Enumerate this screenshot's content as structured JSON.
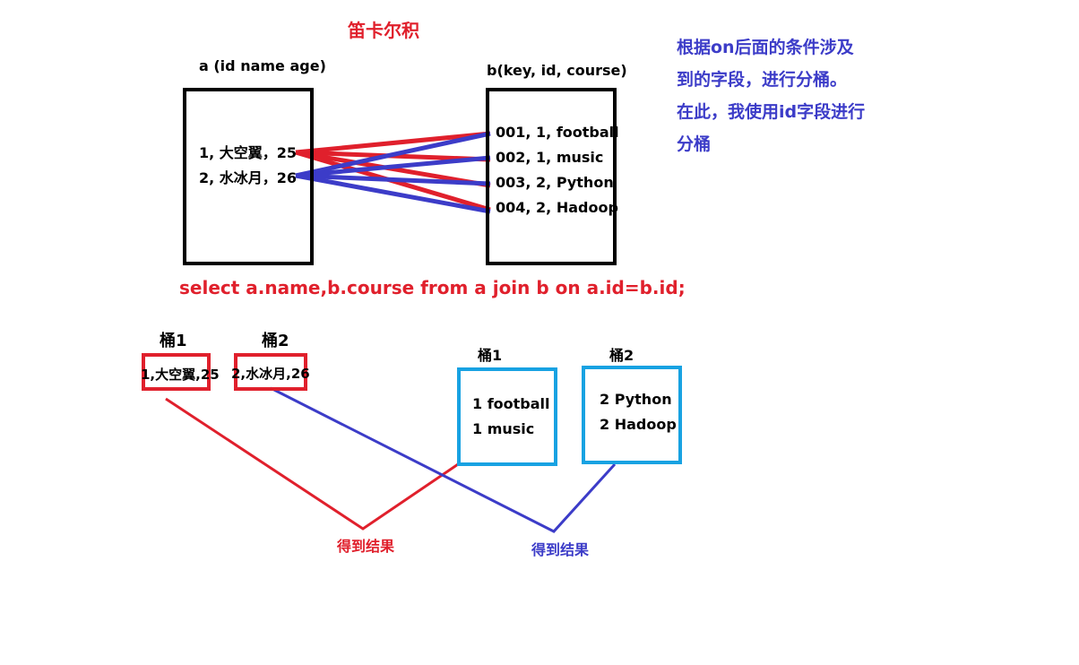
{
  "title": "笛卡尔积",
  "table_a_label": "a (id name age)",
  "table_b_label": "b(key, id, course)",
  "table_a_rows": [
    "1, 大空翼，25",
    "2, 水冰月，26"
  ],
  "table_b_rows": [
    "001, 1, football",
    "002, 1, music",
    "003, 2, Python",
    "004, 2, Hadoop"
  ],
  "sql": "select a.name,b.course from a join b on a.id=b.id;",
  "note_lines": [
    "根据on后面的条件涉及",
    "到的字段，进行分桶。",
    "在此，我使用id字段进行",
    "分桶"
  ],
  "left_buckets": [
    {
      "label": "桶1",
      "content": "1,大空翼,25"
    },
    {
      "label": "桶2",
      "content": "2,水冰月,26"
    }
  ],
  "right_buckets": [
    {
      "label": "桶1",
      "lines": [
        "1 football",
        "1 music"
      ]
    },
    {
      "label": "桶2",
      "lines": [
        "2 Python",
        "2 Hadoop"
      ]
    }
  ],
  "result_labels": [
    "得到结果",
    "得到结果"
  ],
  "colors": {
    "red": "#e0202c",
    "blue": "#3c3cc8",
    "cyan": "#18a2e2",
    "black": "#000000"
  }
}
